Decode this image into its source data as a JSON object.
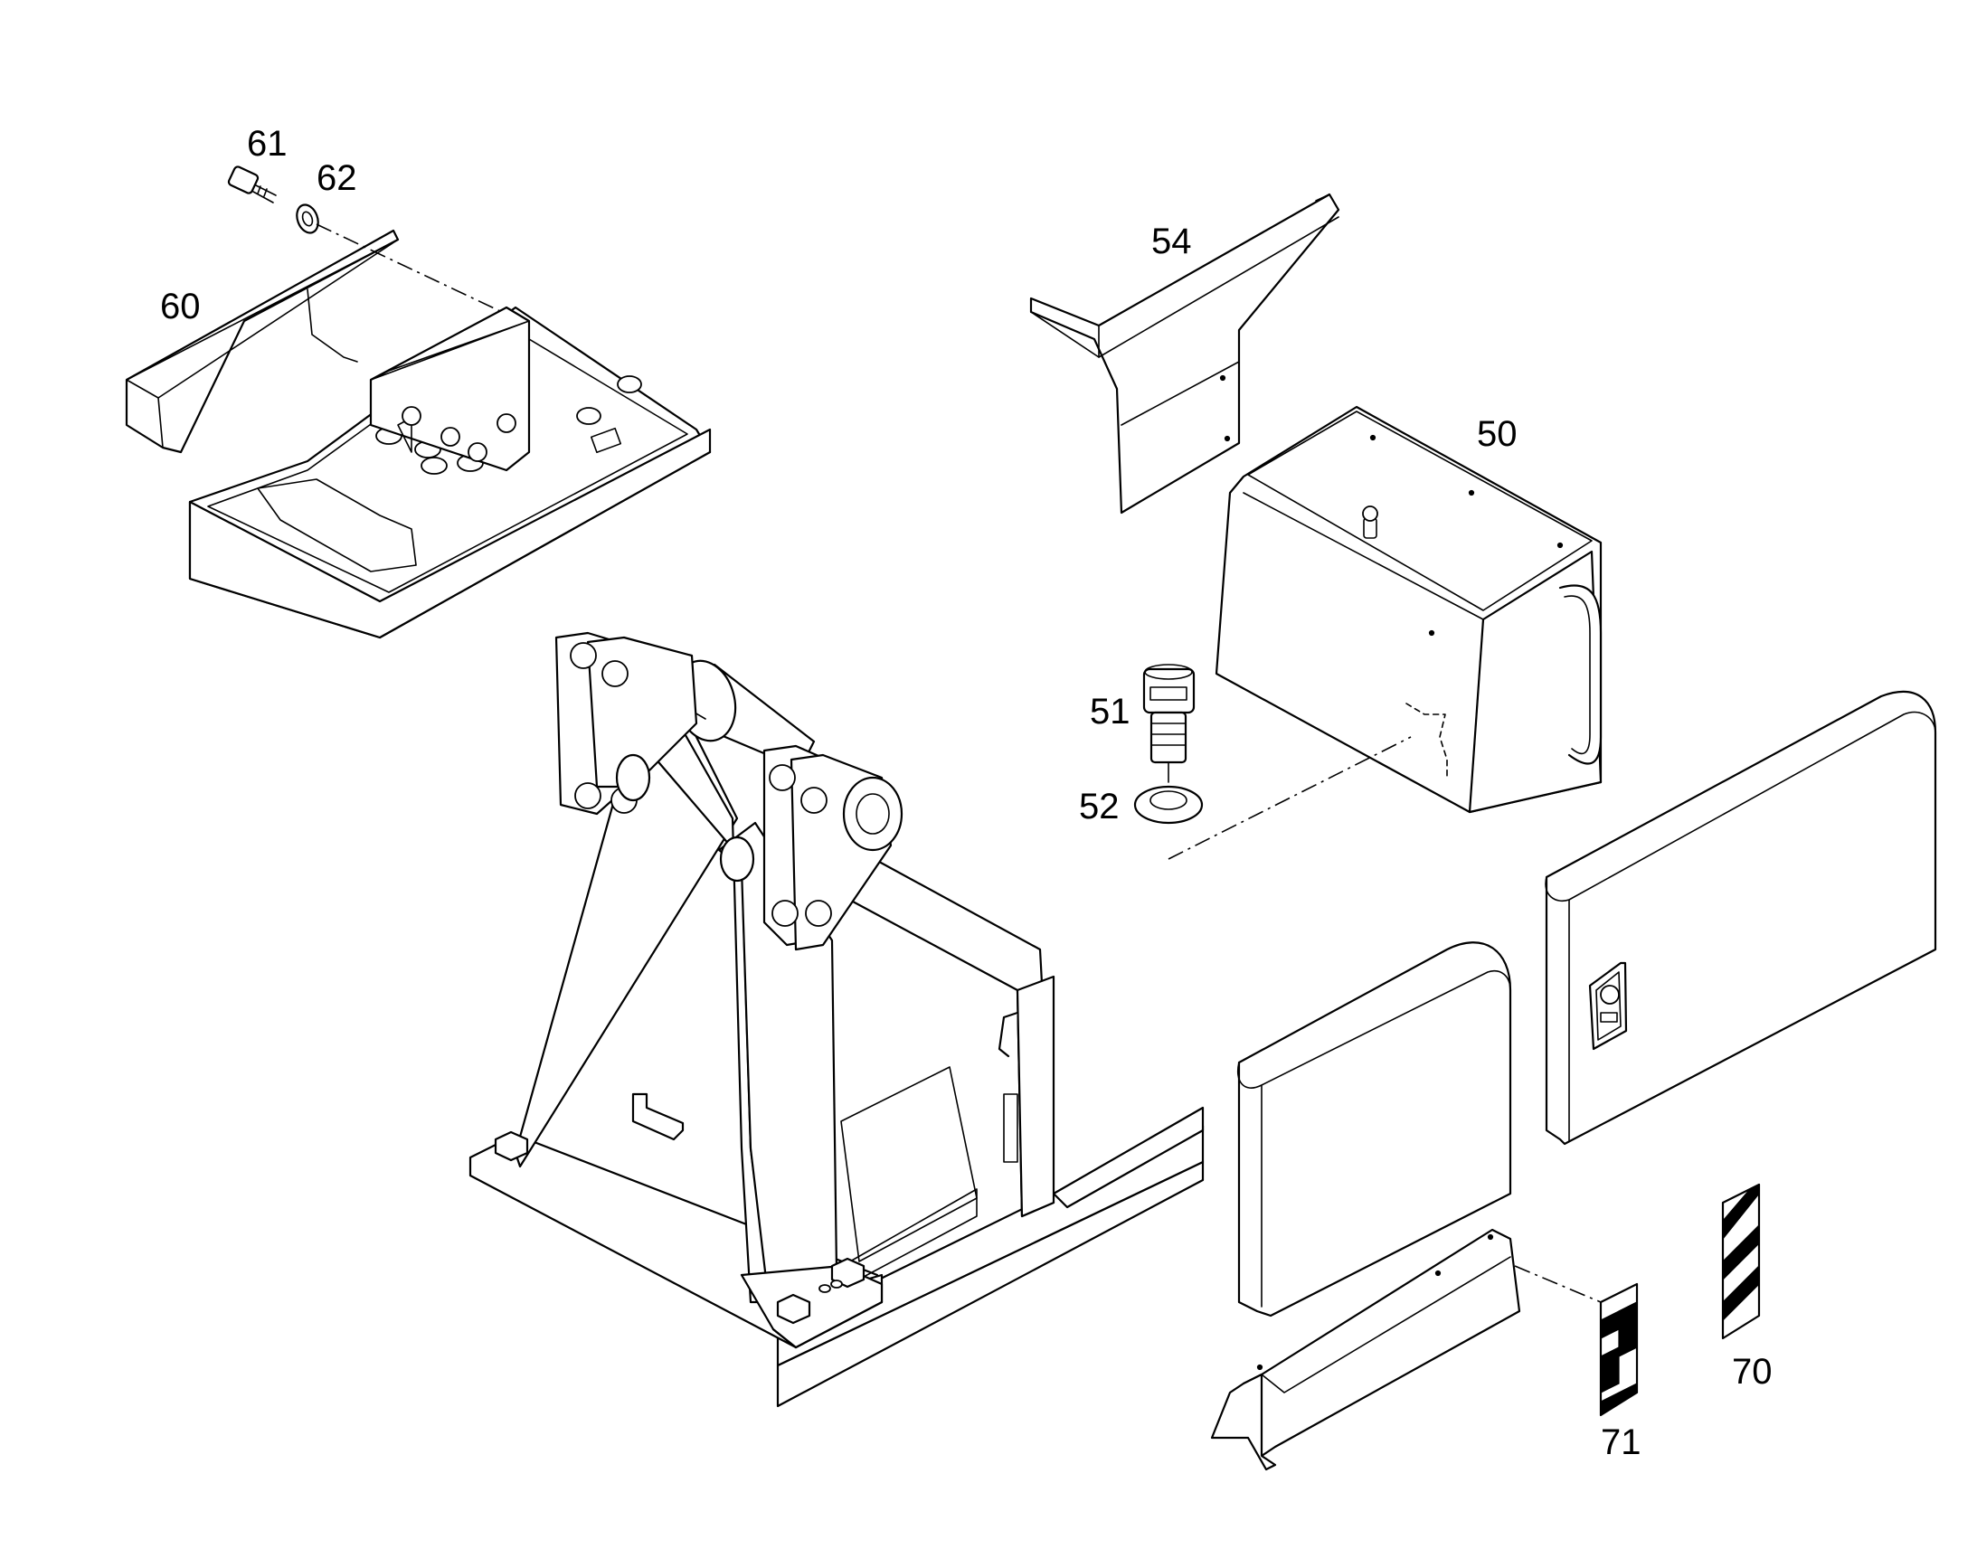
{
  "diagram": {
    "callouts": {
      "c61": "61",
      "c62": "62",
      "c60": "60",
      "c54": "54",
      "c50": "50",
      "c51": "51",
      "c52": "52",
      "c70": "70",
      "c71": "71"
    },
    "colors": {
      "line": "#000000",
      "background": "#ffffff"
    }
  }
}
